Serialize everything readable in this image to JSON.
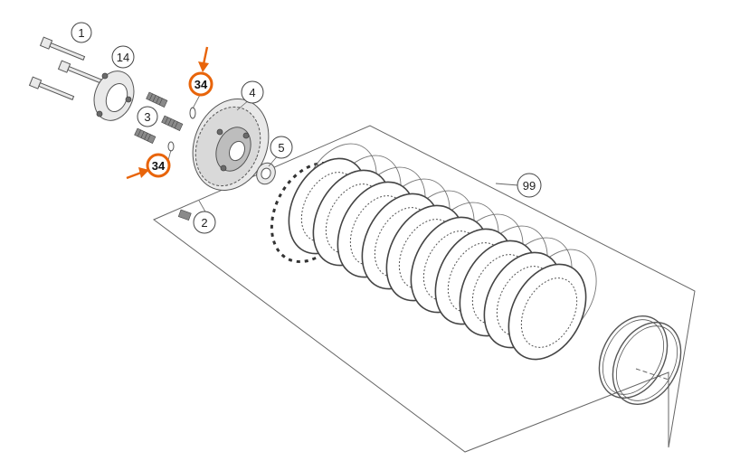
{
  "callouts": [
    {
      "id": "c1",
      "label": "1",
      "highlight": false
    },
    {
      "id": "c14",
      "label": "14",
      "highlight": false
    },
    {
      "id": "c34a",
      "label": "34",
      "highlight": true
    },
    {
      "id": "c4",
      "label": "4",
      "highlight": false
    },
    {
      "id": "c3",
      "label": "3",
      "highlight": false
    },
    {
      "id": "c34b",
      "label": "34",
      "highlight": true
    },
    {
      "id": "c5",
      "label": "5",
      "highlight": false
    },
    {
      "id": "c2",
      "label": "2",
      "highlight": false
    },
    {
      "id": "c99",
      "label": "99",
      "highlight": false
    }
  ],
  "colors": {
    "highlight": "#e8640a",
    "line": "#555555",
    "circle": "#444444"
  }
}
